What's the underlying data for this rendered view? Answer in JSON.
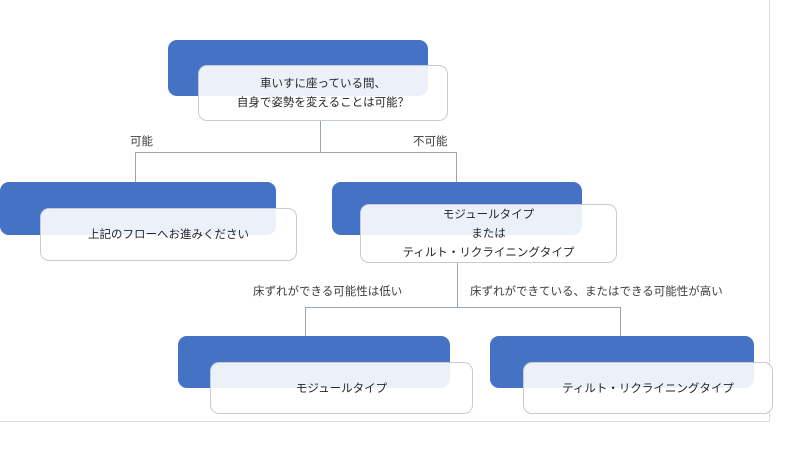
{
  "chart_data": {
    "type": "diagram",
    "title": "",
    "nodes": [
      {
        "id": "q1",
        "lines": [
          "車いすに座っている間、",
          "自身で姿勢を変えることは可能？"
        ]
      },
      {
        "id": "a-possible",
        "lines": [
          "上記のフローへお進みください"
        ]
      },
      {
        "id": "a-impossible",
        "lines": [
          "モジュールタイプ",
          "または",
          "ティルト・リクライニングタイプ"
        ]
      },
      {
        "id": "r-module",
        "lines": [
          "モジュールタイプ"
        ]
      },
      {
        "id": "r-tilt",
        "lines": [
          "ティルト・リクライニングタイプ"
        ]
      }
    ],
    "edges": [
      {
        "from": "q1",
        "to": "a-possible",
        "label": "可能"
      },
      {
        "from": "q1",
        "to": "a-impossible",
        "label": "不可能"
      },
      {
        "from": "a-impossible",
        "to": "r-module",
        "label": "床ずれができる可能性は低い"
      },
      {
        "from": "a-impossible",
        "to": "r-tilt",
        "label": "床ずれができている、またはできる可能性が高い"
      }
    ],
    "colors": {
      "node_accent": "#4472c4",
      "node_fill": "#ffffff",
      "node_border": "#c5ccd6",
      "connector": "#9aa3b0",
      "text": "#262626",
      "background": "#ffffff"
    }
  }
}
